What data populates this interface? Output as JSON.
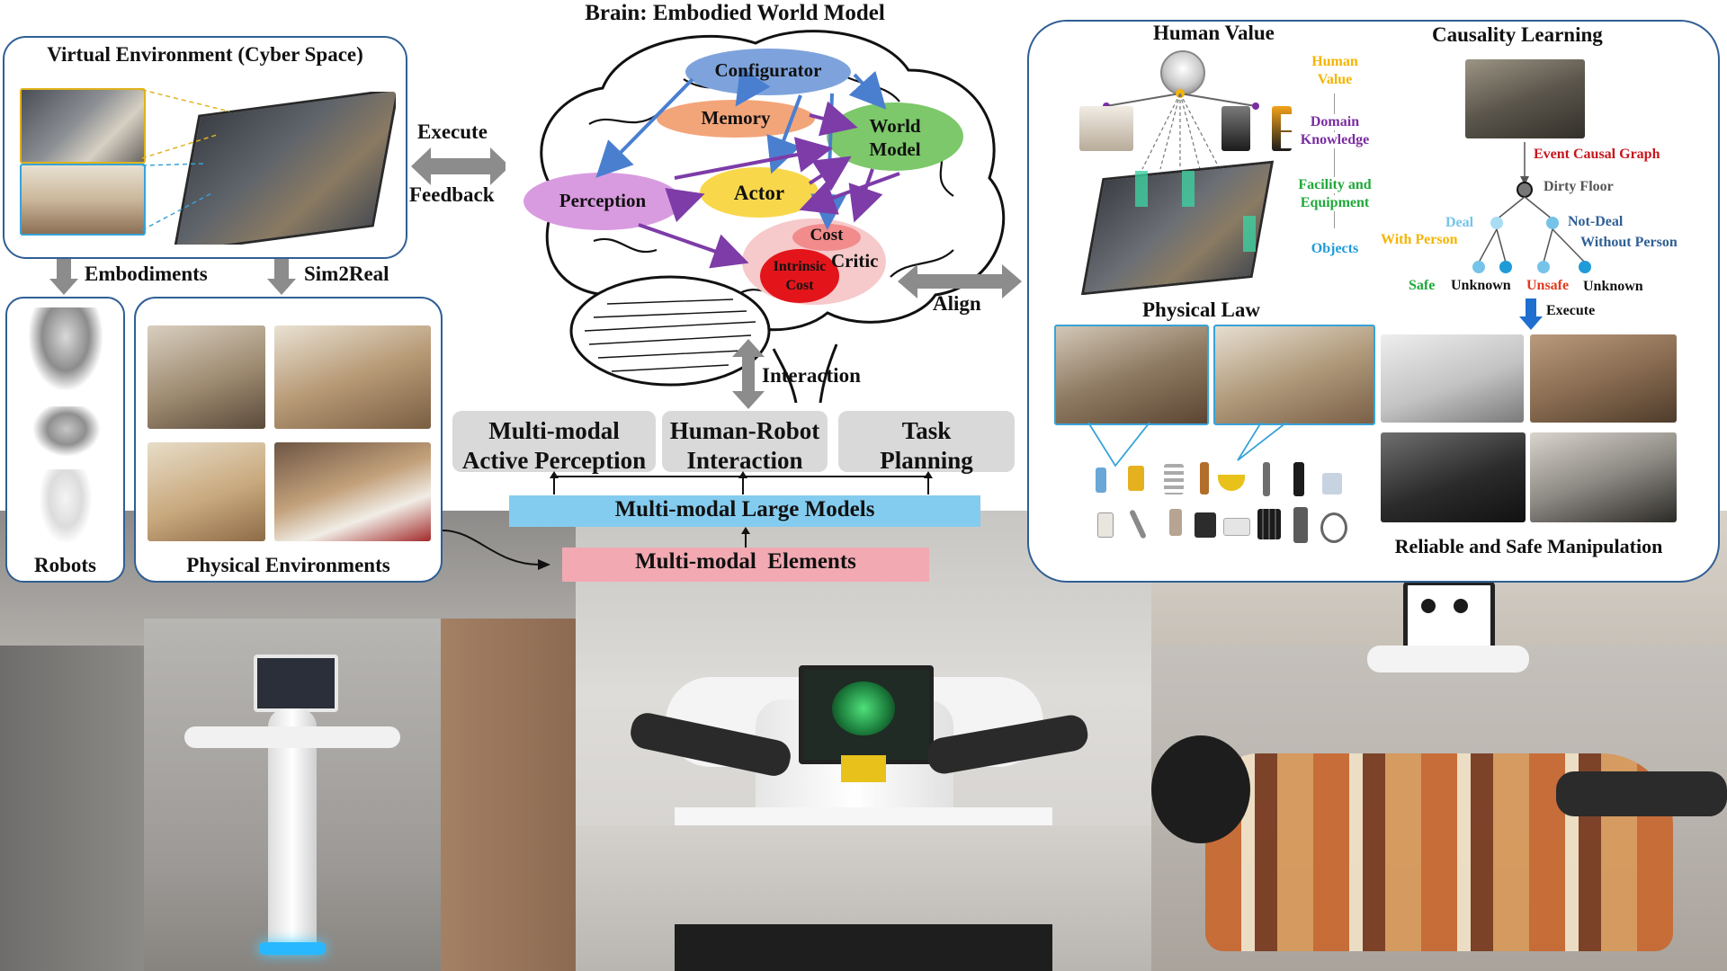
{
  "brain": {
    "title": "Brain: Embodied World Model",
    "modules": {
      "configurator": "Configurator",
      "memory": "Memory",
      "world_model_line1": "World",
      "world_model_line2": "Model",
      "perception": "Perception",
      "actor": "Actor",
      "cost": "Cost",
      "critic": "Critic",
      "intrinsic_line1": "Intrinsic",
      "intrinsic_line2": "Cost"
    },
    "interaction_label": "Interaction",
    "capabilities": [
      {
        "line1": "Multi-modal",
        "line2": "Active Perception"
      },
      {
        "line1": "Human-Robot",
        "line2": "Interaction"
      },
      {
        "line1": "Task",
        "line2": "Planning"
      }
    ],
    "large_models": "Multi-modal Large Models",
    "elements": "Multi-modal  Elements"
  },
  "left": {
    "virtual_env_title": "Virtual Environment (Cyber Space)",
    "execute_label": "Execute",
    "feedback_label": "Feedback",
    "embodiments_label": "Embodiments",
    "sim2real_label": "Sim2Real",
    "robots_label": "Robots",
    "physical_env_label": "Physical Environments"
  },
  "align_label": "Align",
  "right": {
    "human_value_title": "Human Value",
    "layers": [
      {
        "text1": "Human",
        "text2": "Value",
        "color": "#f5b400"
      },
      {
        "text1": "Domain",
        "text2": "Knowledge",
        "color": "#7a2ea0"
      },
      {
        "text1": "Facility and",
        "text2": "Equipment",
        "color": "#1fa83a"
      },
      {
        "text1": "Objects",
        "text2": "",
        "color": "#1f9bd8"
      }
    ],
    "physical_law_title": "Physical Law",
    "causality_title": "Causality Learning",
    "event_causal_graph": "Event Causal Graph",
    "dirty_floor": "Dirty Floor",
    "deal_line1": "Deal",
    "deal_line2": "With Person",
    "notdeal_line1": "Not-Deal",
    "notdeal_line2": "Without Person",
    "leaves": [
      "Safe",
      "Unknown",
      "Unsafe",
      "Unknown"
    ],
    "execute_label": "Execute",
    "manipulation_title": "Reliable and Safe Manipulation"
  },
  "colors": {
    "panel_border": "#2f5f94",
    "configurator": "#7ea3dc",
    "memory": "#f3a57a",
    "world_model": "#7cc86a",
    "perception": "#d99be0",
    "actor": "#f8d84a",
    "critic": "#f6c9ca",
    "cost": "#f28b8b",
    "intrinsic": "#e3151b",
    "large_models": "#84ccef",
    "elements": "#f2a9b2",
    "arrow_blue": "#4a7fd0",
    "arrow_purple": "#7d3ca8",
    "event_red": "#c7161d",
    "node_blue": "#76c3ea",
    "leaf_blue": "#1f9bd8",
    "unsafe_red": "#e03a1e",
    "safe_green": "#1fa83a"
  }
}
